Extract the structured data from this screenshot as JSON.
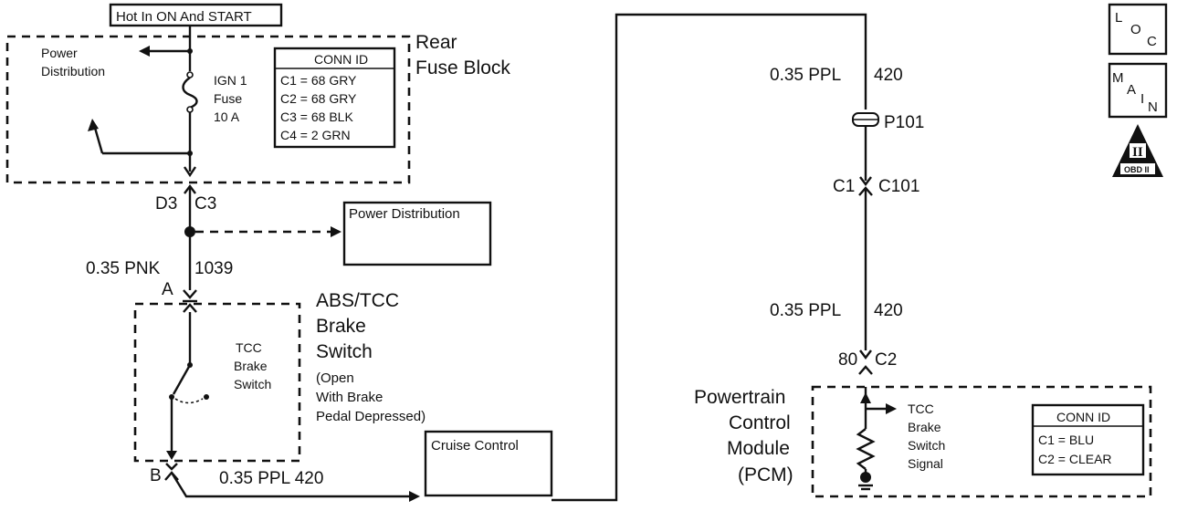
{
  "header": {
    "hot_in": "Hot In ON And START"
  },
  "rear_fuse_block": {
    "title_line1": "Rear",
    "title_line2": "Fuse Block",
    "power_dist_line1": "Power",
    "power_dist_line2": "Distribution",
    "fuse_line1": "IGN 1",
    "fuse_line2": "Fuse",
    "fuse_line3": "10 A",
    "conn_id_title": "CONN ID",
    "conn_ids": [
      "C1 = 68 GRY",
      "C2 = 68 GRY",
      "C3 = 68 BLK",
      "C4 =   2 GRN"
    ]
  },
  "connectors": {
    "d3": "D3",
    "c3": "C3",
    "a": "A",
    "b": "B",
    "p101": "P101",
    "c1": "C1",
    "c101": "C101",
    "pin80": "80",
    "c2": "C2"
  },
  "power_distribution_box": "Power Distribution",
  "cruise_control_box": "Cruise Control",
  "wires": {
    "pnk_gauge": "0.35 PNK",
    "pnk_circuit": "1039",
    "bottom_label": "0.35 PPL 420",
    "ppl_gauge_top": "0.35 PPL",
    "ppl_circuit_top": "420",
    "ppl_gauge_mid": "0.35 PPL",
    "ppl_circuit_mid": "420"
  },
  "brake_switch": {
    "title_line1": "ABS/TCC",
    "title_line2": "Brake",
    "title_line3": "Switch",
    "note_line1": "(Open",
    "note_line2": "With Brake",
    "note_line3": "Pedal Depressed)",
    "inner_line1": "TCC",
    "inner_line2": "Brake",
    "inner_line3": "Switch"
  },
  "pcm": {
    "title_line1": "Powertrain",
    "title_line2": "Control",
    "title_line3": "Module",
    "title_line4": "(PCM)",
    "signal_line1": "TCC",
    "signal_line2": "Brake",
    "signal_line3": "Switch",
    "signal_line4": "Signal",
    "conn_id_title": "CONN ID",
    "conn_ids": [
      "C1 = BLU",
      "C2 = CLEAR"
    ]
  },
  "nav_icons": {
    "loc_letters": [
      "L",
      "O",
      "C"
    ],
    "main_letters": [
      "M",
      "A",
      "I",
      "N"
    ],
    "obd_numeral": "II",
    "obd_label": "OBD II"
  }
}
